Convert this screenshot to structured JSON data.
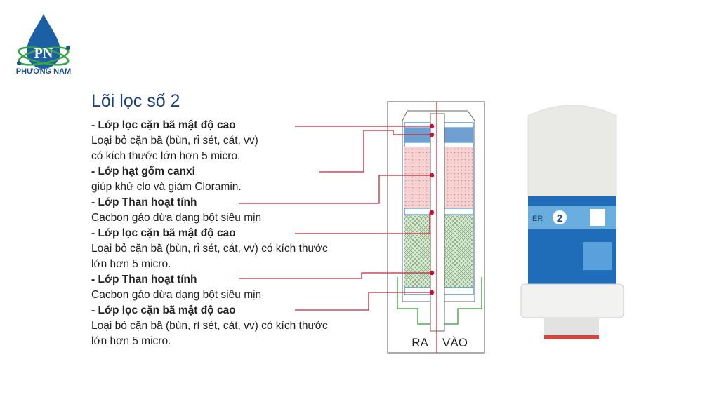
{
  "logo": {
    "initials": "PN",
    "brand": "PHƯƠNG NAM",
    "colors": {
      "drop": "#1b5fa5",
      "orbit": "#3aa34a"
    }
  },
  "title": "Lõi lọc số 2",
  "layers": [
    {
      "heading": "- Lớp lọc cặn bã mật độ cao",
      "desc": [
        "Loại bỏ cặn bã (bùn, rỉ sét, cát, vv)",
        "có kích thước lớn hơn 5 micro."
      ]
    },
    {
      "heading": "- Lớp hạt gốm canxi",
      "desc": [
        "giúp khử clo và giảm Cloramin."
      ]
    },
    {
      "heading": "- Lớp Than hoạt tính",
      "desc": [
        "Cacbon gáo dừa dạng bột siêu mịn"
      ]
    },
    {
      "heading": "- Lớp lọc cặn bã  mật độ cao",
      "desc": [
        "Loại bỏ cặn bã (bùn, rỉ sét, cát, vv) có kích thước",
        "lớn hơn 5 micro."
      ]
    },
    {
      "heading": "- Lớp Than hoạt tính",
      "desc": [
        "Cacbon gáo dừa dạng bột siêu mịn"
      ]
    },
    {
      "heading": " - Lớp lọc cặn bã  mật độ cao",
      "desc": [
        "Loại bỏ cặn bã (bùn, rỉ sét, cát, vv) có kích thước",
        "lớn hơn 5 micro."
      ]
    }
  ],
  "diagram": {
    "out_label": "RA",
    "in_label": "VÀO",
    "colors": {
      "leader": "#c0283a",
      "ceramic": "#f3c8c8",
      "carbon": "#cfe6c8",
      "sediment": "#6e9fd0",
      "fitting": "#4caf50"
    }
  },
  "product": {
    "number": "2",
    "partial_text": "ER"
  }
}
